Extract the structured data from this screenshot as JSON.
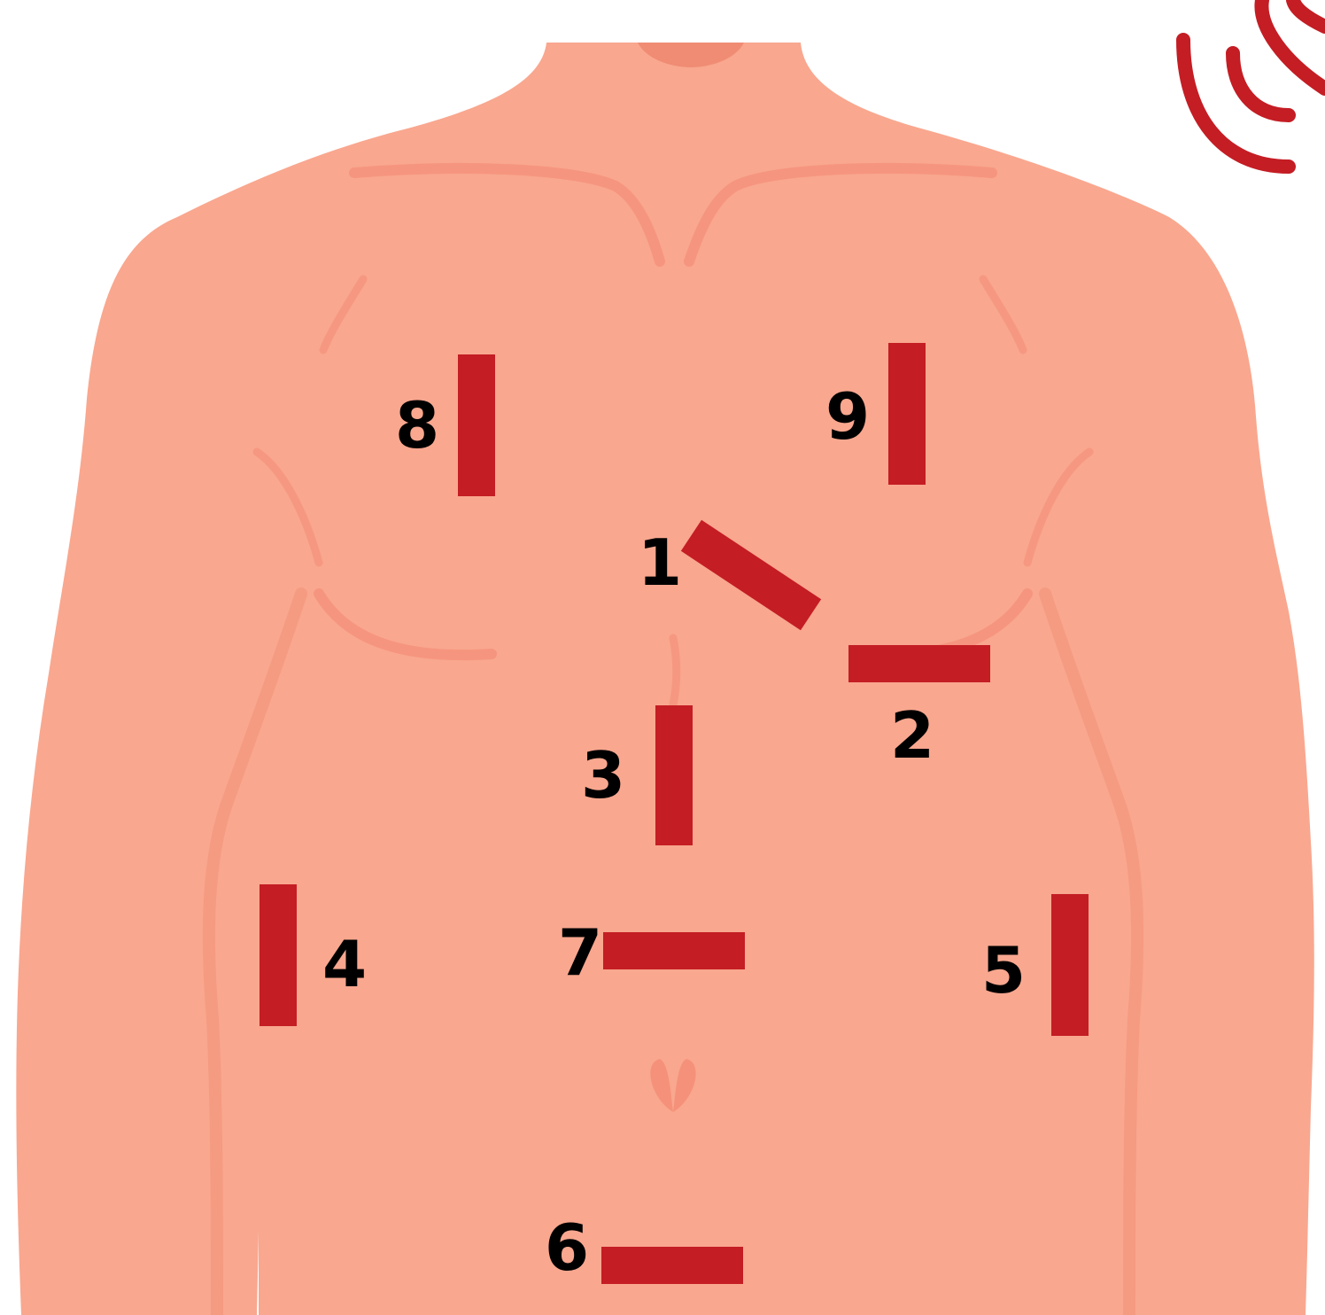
{
  "colors": {
    "skin": "#F9A78F",
    "skin_shadow": "#F19279",
    "skin_crease": "#F5917A",
    "neck_shadow": "#F08C74",
    "electrode": "#C41D24",
    "signal": "#C41D24",
    "label": "#000000",
    "background": "#FFFFFF"
  },
  "icons": {
    "signal": "wireless-signal-icon"
  },
  "electrodes": [
    {
      "id": "1",
      "label": "1",
      "orientation": "diagonal"
    },
    {
      "id": "2",
      "label": "2",
      "orientation": "horizontal"
    },
    {
      "id": "3",
      "label": "3",
      "orientation": "vertical"
    },
    {
      "id": "4",
      "label": "4",
      "orientation": "vertical"
    },
    {
      "id": "5",
      "label": "5",
      "orientation": "vertical"
    },
    {
      "id": "6",
      "label": "6",
      "orientation": "horizontal"
    },
    {
      "id": "7",
      "label": "7",
      "orientation": "horizontal"
    },
    {
      "id": "8",
      "label": "8",
      "orientation": "vertical"
    },
    {
      "id": "9",
      "label": "9",
      "orientation": "vertical"
    }
  ]
}
